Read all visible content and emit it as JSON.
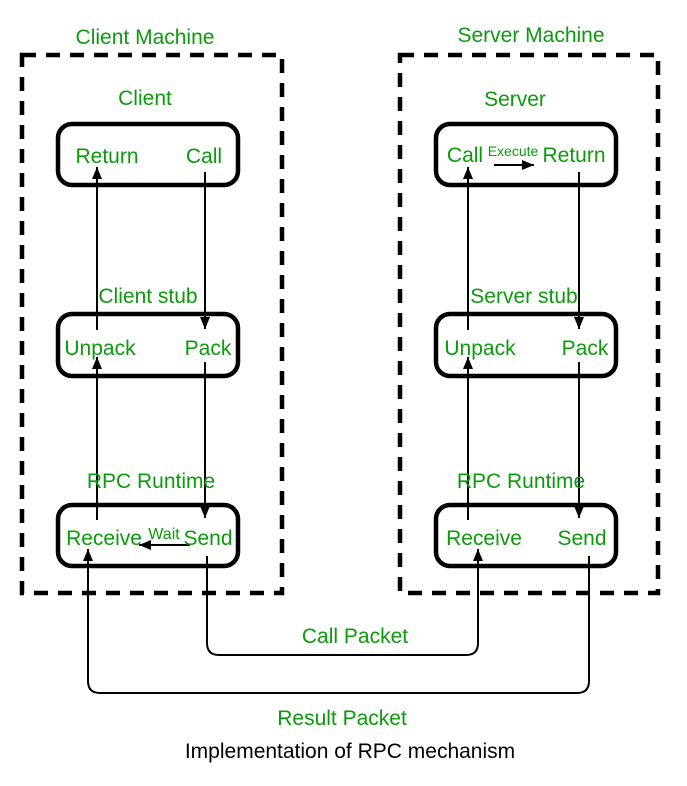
{
  "caption": "Implementation of RPC mechanism",
  "colors": {
    "green": "#0b9b0b",
    "black": "#000000",
    "background": "#ffffff"
  },
  "client": {
    "machine_title": "Client Machine",
    "layer1": {
      "label": "Client",
      "left": "Return",
      "right": "Call"
    },
    "layer2": {
      "label": "Client stub",
      "left": "Unpack",
      "right": "Pack"
    },
    "layer3": {
      "label": "RPC Runtime",
      "left": "Receive",
      "right": "Send",
      "arrow_label": "Wait"
    }
  },
  "server": {
    "machine_title": "Server Machine",
    "layer1": {
      "label": "Server",
      "left": "Call",
      "right": "Return",
      "arrow_label": "Execute"
    },
    "layer2": {
      "label": "Server stub",
      "left": "Unpack",
      "right": "Pack"
    },
    "layer3": {
      "label": "RPC Runtime",
      "left": "Receive",
      "right": "Send"
    }
  },
  "packets": {
    "call": "Call Packet",
    "result": "Result Packet"
  }
}
